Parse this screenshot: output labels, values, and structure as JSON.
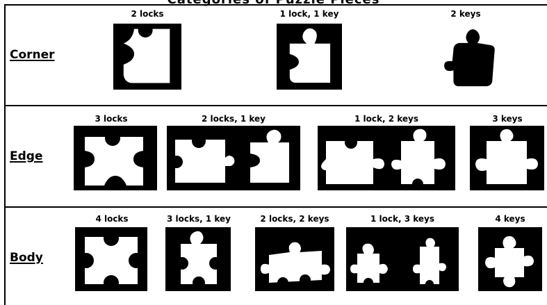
{
  "title": "Categories of Puzzle Pieces",
  "rows": [
    {
      "label": "Corner",
      "items": [
        {
          "caption": "2 locks"
        },
        {
          "caption": "1 lock, 1 key"
        },
        {
          "caption": "2 keys"
        }
      ]
    },
    {
      "label": "Edge",
      "items": [
        {
          "caption": "3 locks"
        },
        {
          "caption": "2 locks, 1 key"
        },
        {
          "caption": "1 lock, 2 keys"
        },
        {
          "caption": "3 keys"
        }
      ]
    },
    {
      "label": "Body",
      "items": [
        {
          "caption": "4 locks"
        },
        {
          "caption": "3 locks, 1 key"
        },
        {
          "caption": "2 locks, 2 keys"
        },
        {
          "caption": "1 lock, 3 keys"
        },
        {
          "caption": "4 keys"
        }
      ]
    }
  ],
  "colors": {
    "background": "#ffffff",
    "tile": "#000000",
    "piece": "#ffffff",
    "line": "#000000"
  }
}
